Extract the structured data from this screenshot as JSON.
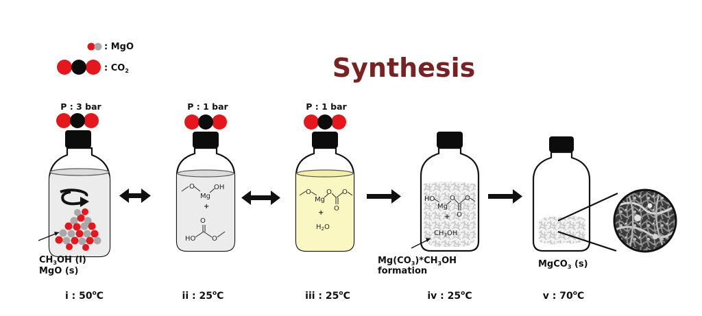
{
  "title": "Synthesis",
  "colors": {
    "title": "#7a2222",
    "red": "#e5161c",
    "black": "#0c0c0c",
    "grey": "#a8a8a8",
    "solution_clear": "#ececec",
    "solution_yellow": "#fbf7c3"
  },
  "legend": {
    "mgo": ": MgO",
    "co2_prefix": ": CO",
    "co2_sub": "2"
  },
  "bottles": [
    {
      "id": "i",
      "pressure": "P : 3 bar",
      "step_prefix": "i : 50",
      "step_sup": "o",
      "step_suffix": "C",
      "label_line1_a": "CH",
      "label_line1_sub": "3",
      "label_line1_b": "OH (l)",
      "label_line2": "MgO (s)"
    },
    {
      "id": "ii",
      "pressure": "P : 1 bar",
      "step_prefix": "ii : 25",
      "step_sup": "o",
      "step_suffix": "C",
      "chem": {
        "mg": "Mg",
        "oh": "OH",
        "plus": "+",
        "o_top": "O",
        "ho": "HO"
      }
    },
    {
      "id": "iii",
      "pressure": "P : 1 bar",
      "step_prefix": "iii : 25",
      "step_sup": "o",
      "step_suffix": "C",
      "chem": {
        "mg": "Mg",
        "o_top": "O",
        "plus": "+",
        "h2o_a": "H",
        "h2o_sub": "2",
        "h2o_b": "O"
      }
    },
    {
      "id": "iv",
      "step_prefix": "iv : 25",
      "step_sup": "o",
      "step_suffix": "C",
      "chem": {
        "ho": "HO",
        "mg": "Mg",
        "o_top": "O",
        "plus": "+",
        "ch3oh_a": "CH",
        "ch3oh_sub": "3",
        "ch3oh_b": "OH"
      },
      "label_line1_a": "Mg(CO",
      "label_line1_sub": "3",
      "label_line1_b": ")*CH",
      "label_line1_sub2": "3",
      "label_line1_c": "OH",
      "label_line2": "formation"
    },
    {
      "id": "v",
      "step_prefix": "v : 70",
      "step_sup": "o",
      "step_suffix": "C",
      "label_a": "MgCO",
      "label_sub": "3",
      "label_b": " (s)"
    }
  ]
}
